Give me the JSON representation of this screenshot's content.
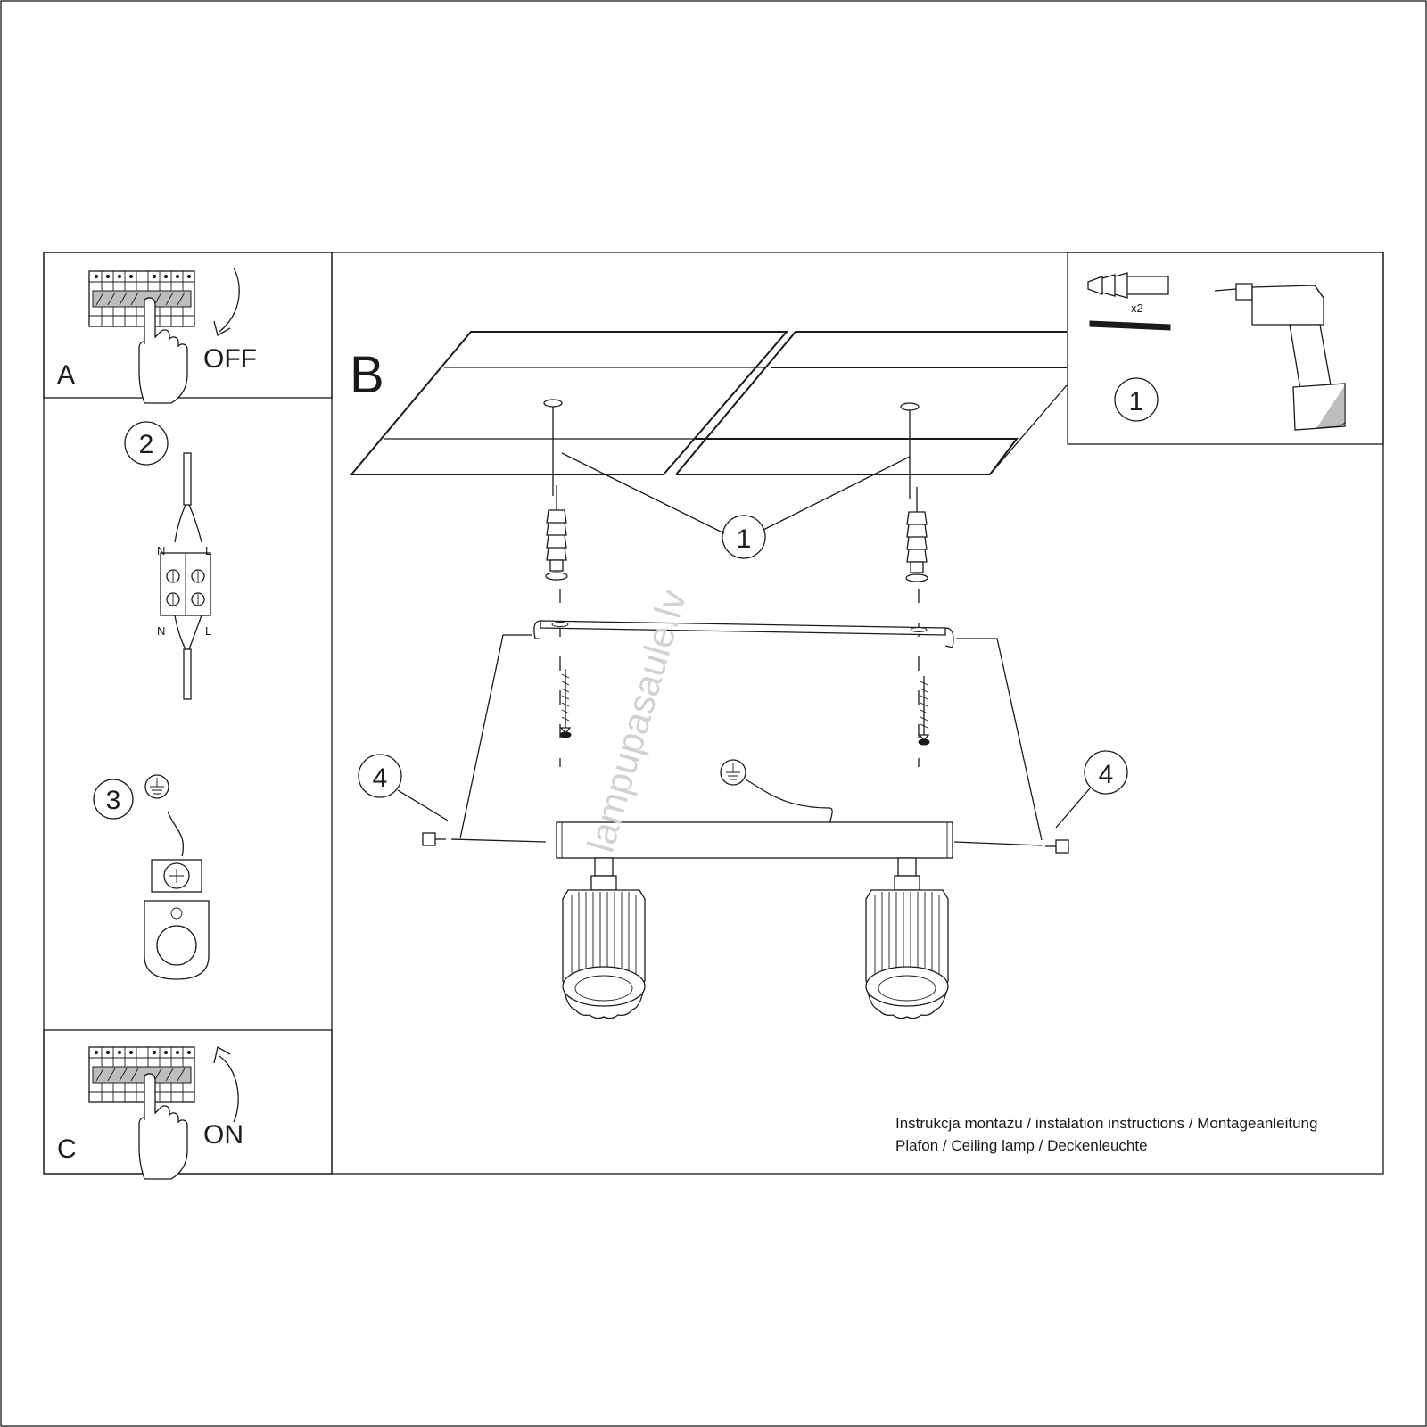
{
  "panels": {
    "a": {
      "letter": "A",
      "action": "OFF"
    },
    "b": {
      "letter": "B"
    },
    "c": {
      "letter": "C",
      "action": "ON"
    }
  },
  "steps": {
    "one": "1",
    "two": "2",
    "three": "3",
    "four": "4"
  },
  "hardware": {
    "quantity": "x2"
  },
  "wiring": {
    "neutral": "N",
    "live": "L"
  },
  "watermark": "lampupasaule.lv",
  "info": {
    "line1": "Instrukcja montażu / instalation instructions / Montageanleitung",
    "line2": "Plafon / Ceiling lamp / Deckenleuchte"
  }
}
